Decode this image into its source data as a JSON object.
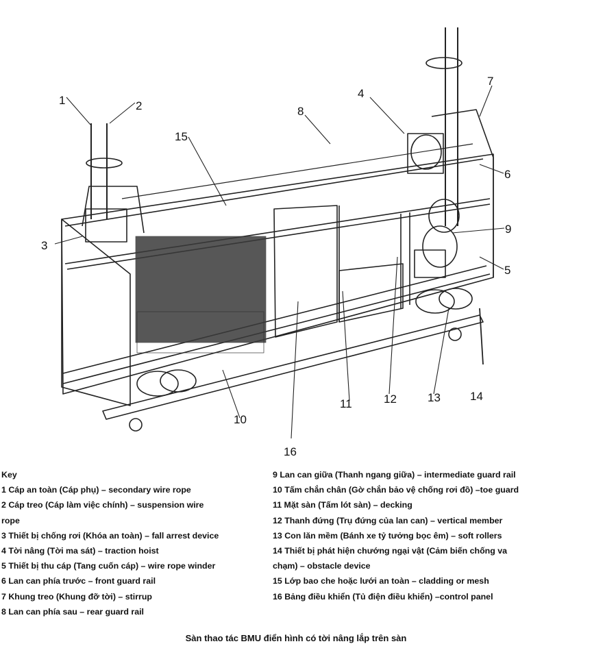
{
  "callouts": [
    "1",
    "2",
    "3",
    "4",
    "5",
    "6",
    "7",
    "8",
    "9",
    "10",
    "11",
    "12",
    "13",
    "14",
    "15",
    "16"
  ],
  "key": {
    "heading": "Key",
    "left": [
      "1  Cáp an toàn (Cáp phụ) – secondary wire rope",
      "2 Cáp treo (Cáp làm việc chính) – suspension wire",
      "rope",
      "3 Thiết bị chống rơi (Khóa an toàn) – fall arrest device",
      "4 Tời nâng (Tời ma sát) – traction hoist",
      "5 Thiết bị thu cáp (Tang cuốn cáp) – wire rope winder",
      "6 Lan can phía trước – front guard rail",
      "7 Khung treo (Khung đỡ tời) – stirrup",
      "8 Lan can phía sau – rear guard rail"
    ],
    "right": [
      "9 Lan can giữa (Thanh ngang giữa) – intermediate guard rail",
      "10 Tấm chắn chân (Gờ chắn bảo vệ chống rơi đồ) –toe guard",
      "11 Mặt sàn (Tấm lót sàn) – decking",
      "12 Thanh đứng (Trụ đứng của lan can) – vertical member",
      "13 Con lăn mềm (Bánh xe tỷ tưởng bọc êm) – soft rollers",
      "14 Thiết bị phát hiện chướng ngại vật (Cảm biến chống va",
      "chạm) – obstacle device",
      "15 Lớp bao che hoặc lưới an toàn – cladding or mesh",
      "16 Bảng điều khiển (Tủ điện điều khiển) –control panel"
    ]
  },
  "caption": "Sàn thao tác BMU điển hình có tời nâng lắp trên sàn"
}
